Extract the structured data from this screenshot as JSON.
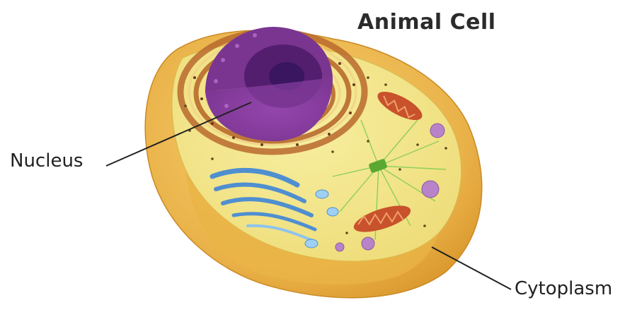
{
  "title": "Animal Cell",
  "labels": {
    "nucleus": "Nucleus",
    "cytoplasm": "Cytoplasm"
  },
  "colors": {
    "membrane": "#e6ad3a",
    "cytoplasm": "#f3e58a",
    "nucleus": "#6a2a7e",
    "nucleolus": "#3a1560",
    "er": "#b86a2e",
    "golgi": "#4f8fd0",
    "mitochondria": "#c8522b",
    "vesicle": "#b883c8",
    "cytoskeleton": "#8fcf5a"
  }
}
